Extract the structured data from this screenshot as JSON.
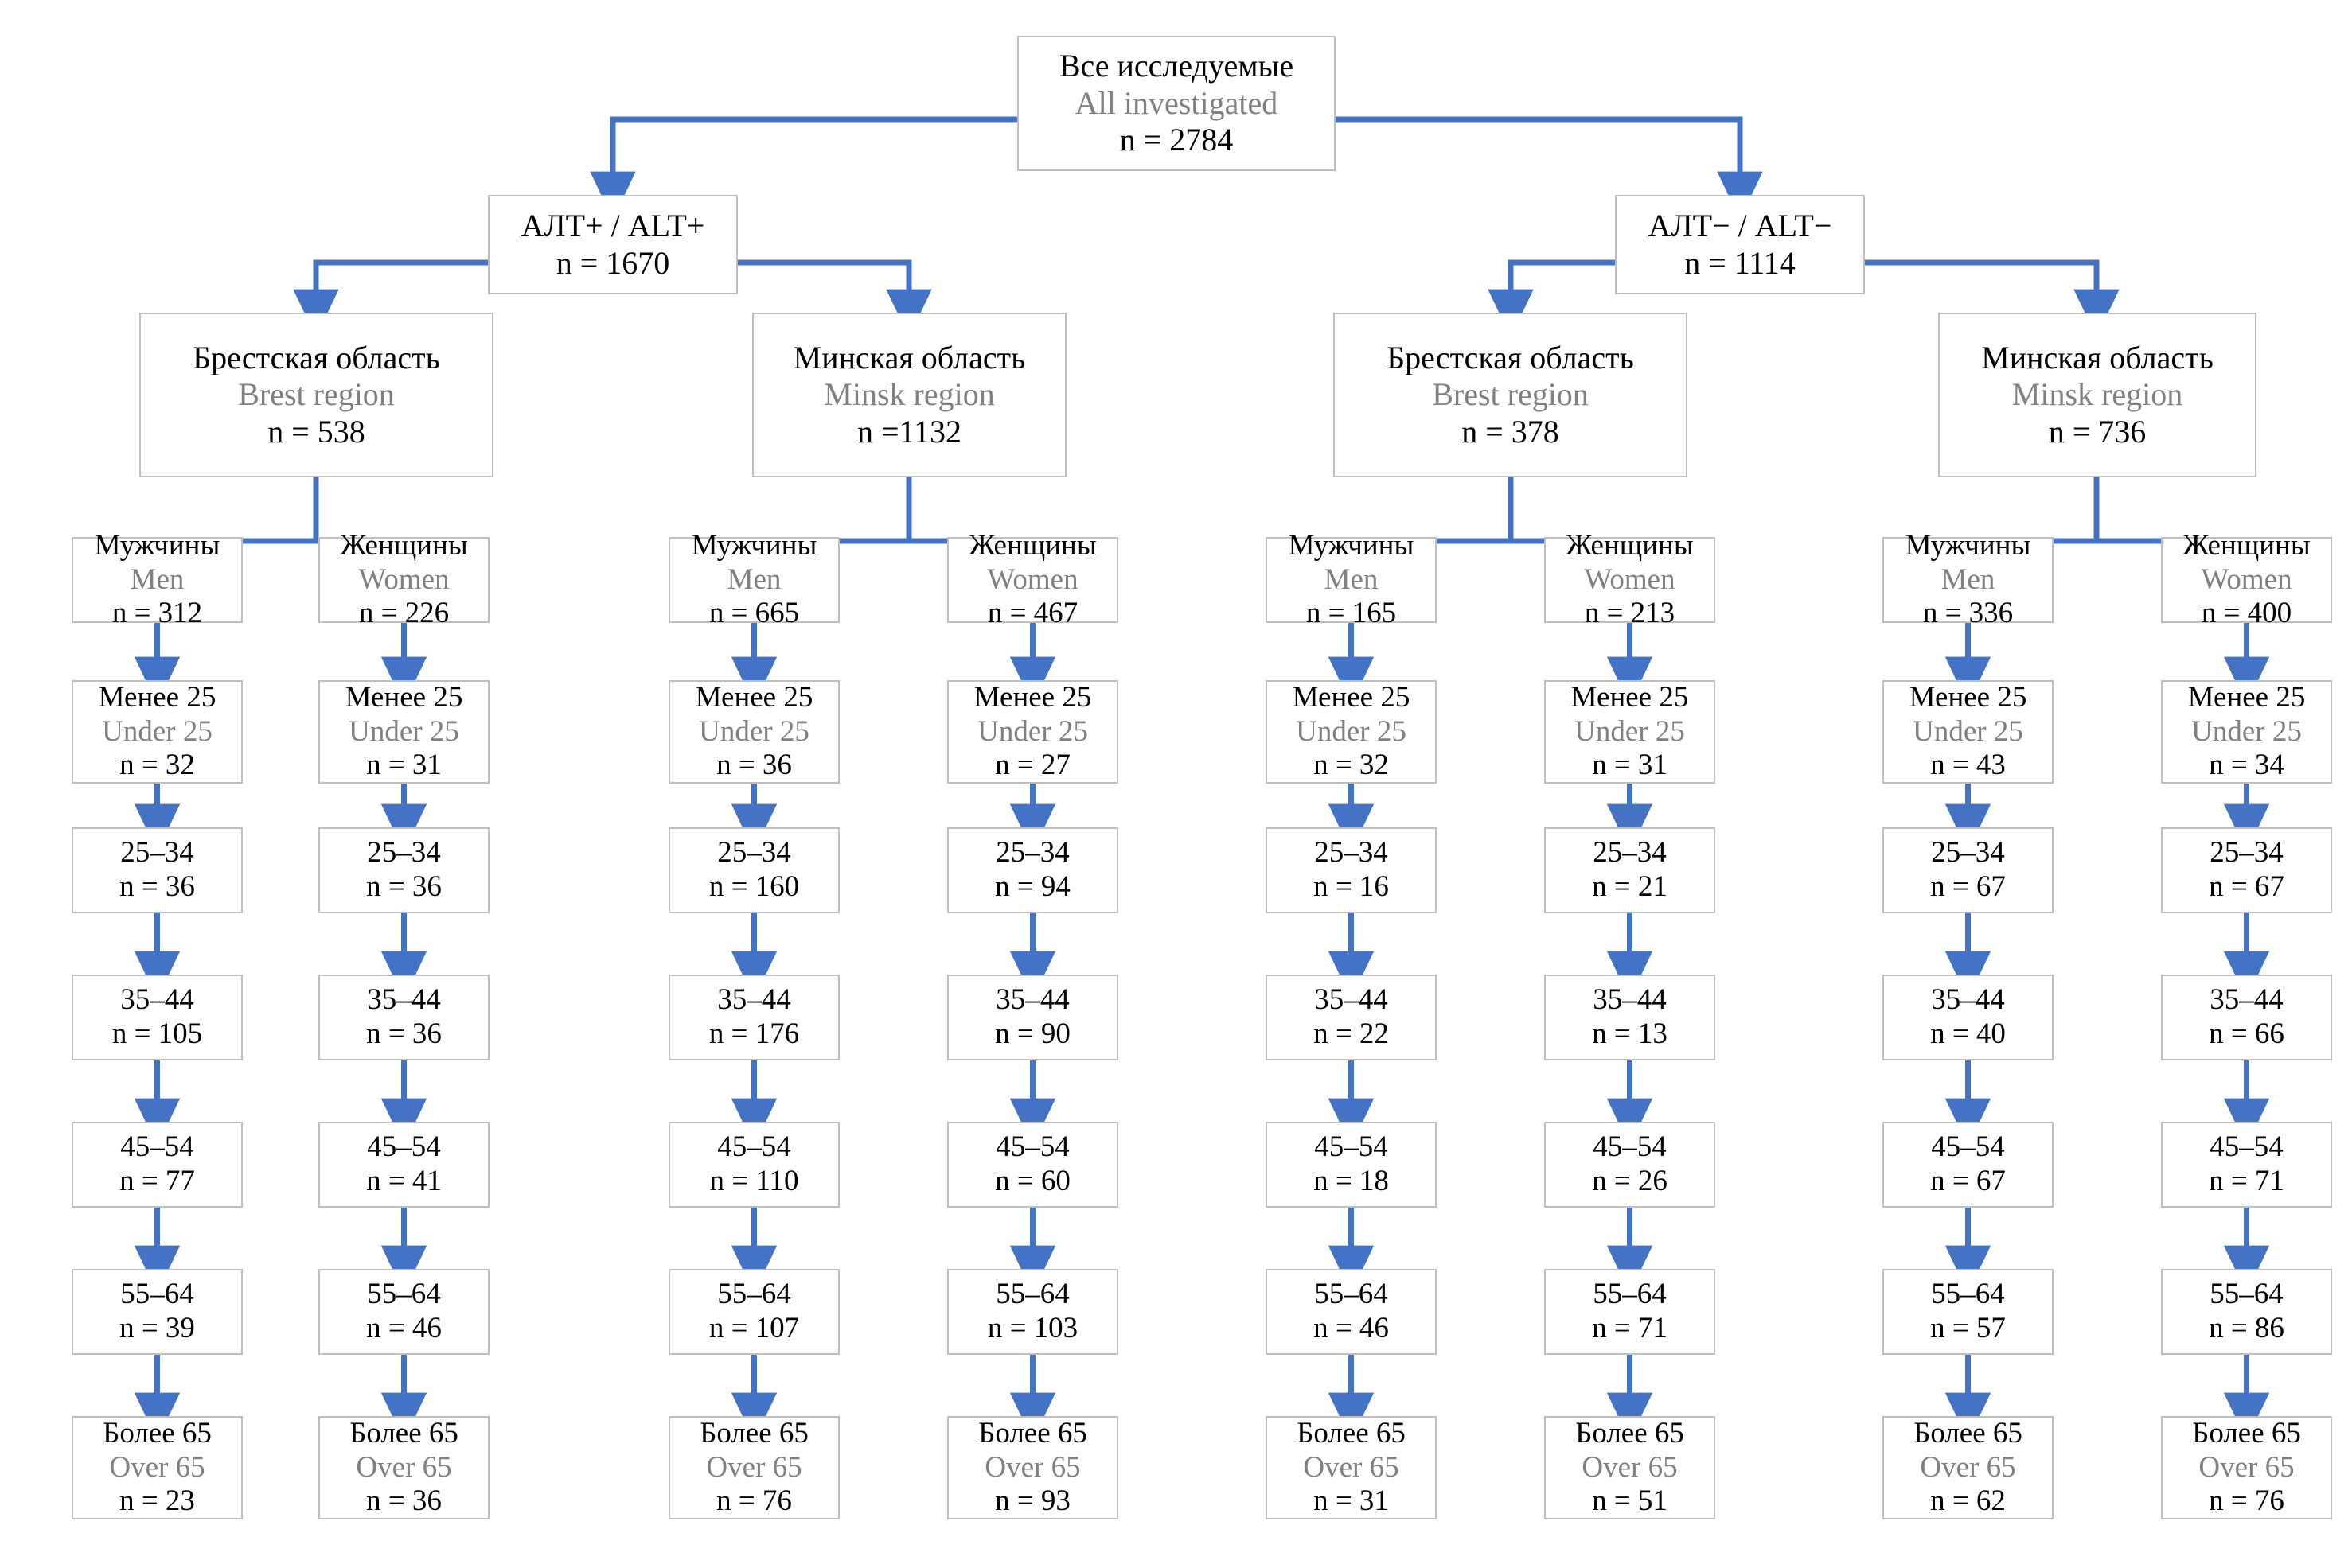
{
  "meta": {
    "kind": "study-flow-diagram",
    "accent_color": "#4472C4",
    "box_border_color": "#BFBFBF",
    "secondary_text_color": "#808080",
    "primary_text_color": "#000000"
  },
  "labels": {
    "n_prefix": "n",
    "equals": "="
  },
  "root": {
    "ru": "Все исследуемые",
    "en": "All investigated",
    "n": "n = 2784"
  },
  "groups": [
    {
      "id": "alt-plus",
      "ru": "АЛТ+ / ALT+",
      "ru_only": "АЛТ+",
      "en_only": "ALT+",
      "n": "n = 1670",
      "regions": [
        {
          "id": "alt-plus-brest",
          "ru": "Брестская область",
          "en": "Brest region",
          "n": "n =  538",
          "sexes": [
            {
              "id": "alt-plus-brest-men",
              "ru": "Мужчины",
              "en": "Men",
              "n": "n = 312",
              "ages": [
                {
                  "ru": "Менее 25",
                  "en": "Under 25",
                  "label": "Менее 25",
                  "n": "n = 32"
                },
                {
                  "label": "25–34",
                  "n": "n = 36"
                },
                {
                  "label": "35–44",
                  "n": "n = 105"
                },
                {
                  "label": "45–54",
                  "n": "n = 77"
                },
                {
                  "label": "55–64",
                  "n": "n = 39"
                },
                {
                  "ru": "Более 65",
                  "en": "Over 65",
                  "label": "Более 65",
                  "n": "n = 23"
                }
              ]
            },
            {
              "id": "alt-plus-brest-women",
              "ru": "Женщины",
              "en": "Women",
              "n": "n = 226",
              "ages": [
                {
                  "ru": "Менее 25",
                  "en": "Under 25",
                  "label": "Менее 25",
                  "n": "n = 31"
                },
                {
                  "label": "25–34",
                  "n": "n = 36"
                },
                {
                  "label": "35–44",
                  "n": "n = 36"
                },
                {
                  "label": "45–54",
                  "n": "n = 41"
                },
                {
                  "label": "55–64",
                  "n": "n = 46"
                },
                {
                  "ru": "Более 65",
                  "en": "Over 65",
                  "label": "Более 65",
                  "n": "n = 36"
                }
              ]
            }
          ]
        },
        {
          "id": "alt-plus-minsk",
          "ru": "Минская область",
          "en": "Minsk region",
          "n": "n =1132",
          "sexes": [
            {
              "id": "alt-plus-minsk-men",
              "ru": "Мужчины",
              "en": "Men",
              "n": "n =  665",
              "ages": [
                {
                  "ru": "Менее 25",
                  "en": "Under 25",
                  "label": "Менее 25",
                  "n": "n = 36"
                },
                {
                  "label": "25–34",
                  "n": "n = 160"
                },
                {
                  "label": "35–44",
                  "n": "n = 176"
                },
                {
                  "label": "45–54",
                  "n": "n = 110"
                },
                {
                  "label": "55–64",
                  "n": "n = 107"
                },
                {
                  "ru": "Более 65",
                  "en": "Over 65",
                  "label": "Более 65",
                  "n": "n = 76"
                }
              ]
            },
            {
              "id": "alt-plus-minsk-women",
              "ru": "Женщины",
              "en": "Women",
              "n": "n = 467",
              "ages": [
                {
                  "ru": "Менее 25",
                  "en": "Under 25",
                  "label": "Менее 25",
                  "n": "n = 27"
                },
                {
                  "label": "25–34",
                  "n": "n = 94"
                },
                {
                  "label": "35–44",
                  "n": "n = 90"
                },
                {
                  "label": "45–54",
                  "n": "n = 60"
                },
                {
                  "label": "55–64",
                  "n": "n = 103"
                },
                {
                  "ru": "Более 65",
                  "en": "Over 65",
                  "label": "Более 65",
                  "n": "n = 93"
                }
              ]
            }
          ]
        }
      ]
    },
    {
      "id": "alt-minus",
      "ru": "АЛТ−  / ALT−",
      "ru_only": "АЛТ−",
      "en_only": "ALT−",
      "n": "n = 1114",
      "regions": [
        {
          "id": "alt-minus-brest",
          "ru": "Брестская область",
          "en": "Brest region",
          "n": "n = 378",
          "sexes": [
            {
              "id": "alt-minus-brest-men",
              "ru": "Мужчины",
              "en": "Men",
              "n": "n = 165",
              "ages": [
                {
                  "ru": "Менее 25",
                  "en": "Under 25",
                  "label": "Менее 25",
                  "n": "n = 32"
                },
                {
                  "label": "25–34",
                  "n": "n = 16"
                },
                {
                  "label": "35–44",
                  "n": "n = 22"
                },
                {
                  "label": "45–54",
                  "n": "n = 18"
                },
                {
                  "label": "55–64",
                  "n": "n = 46"
                },
                {
                  "ru": "Более 65",
                  "en": "Over 65",
                  "label": "Более 65",
                  "n": "n = 31"
                }
              ]
            },
            {
              "id": "alt-minus-brest-women",
              "ru": "Женщины",
              "en": "Women",
              "n": "n = 213",
              "ages": [
                {
                  "ru": "Менее 25",
                  "en": "Under 25",
                  "label": "Менее 25",
                  "n": "n = 31"
                },
                {
                  "label": "25–34",
                  "n": "n = 21"
                },
                {
                  "label": "35–44",
                  "n": "n = 13"
                },
                {
                  "label": "45–54",
                  "n": "n = 26"
                },
                {
                  "label": "55–64",
                  "n": "n = 71"
                },
                {
                  "ru": "Более 65",
                  "en": "Over 65",
                  "label": "Более 65",
                  "n": "n = 51"
                }
              ]
            }
          ]
        },
        {
          "id": "alt-minus-minsk",
          "ru": "Минская область",
          "en": "Minsk region",
          "n": "n = 736",
          "sexes": [
            {
              "id": "alt-minus-minsk-men",
              "ru": "Мужчины",
              "en": "Men",
              "n": "n = 336",
              "ages": [
                {
                  "ru": "Менее 25",
                  "en": "Under 25",
                  "label": "Менее 25",
                  "n": "n = 43"
                },
                {
                  "label": "25–34",
                  "n": "n = 67"
                },
                {
                  "label": "35–44",
                  "n": "n = 40"
                },
                {
                  "label": "45–54",
                  "n": "n = 67"
                },
                {
                  "label": "55–64",
                  "n": "n = 57"
                },
                {
                  "ru": "Более 65",
                  "en": "Over 65",
                  "label": "Более 65",
                  "n": "n = 62"
                }
              ]
            },
            {
              "id": "alt-minus-minsk-women",
              "ru": "Женщины",
              "en": "Women",
              "n": "n = 400",
              "ages": [
                {
                  "ru": "Менее 25",
                  "en": "Under 25",
                  "label": "Менее 25",
                  "n": "n = 34"
                },
                {
                  "label": "25–34",
                  "n": "n = 67"
                },
                {
                  "label": "35–44",
                  "n": "n = 66"
                },
                {
                  "label": "45–54",
                  "n": "n = 71"
                },
                {
                  "label": "55–64",
                  "n": "n = 86"
                },
                {
                  "ru": "Более 65",
                  "en": "Over 65",
                  "label": "Более 65",
                  "n": "n = 76"
                }
              ]
            }
          ]
        }
      ]
    }
  ]
}
